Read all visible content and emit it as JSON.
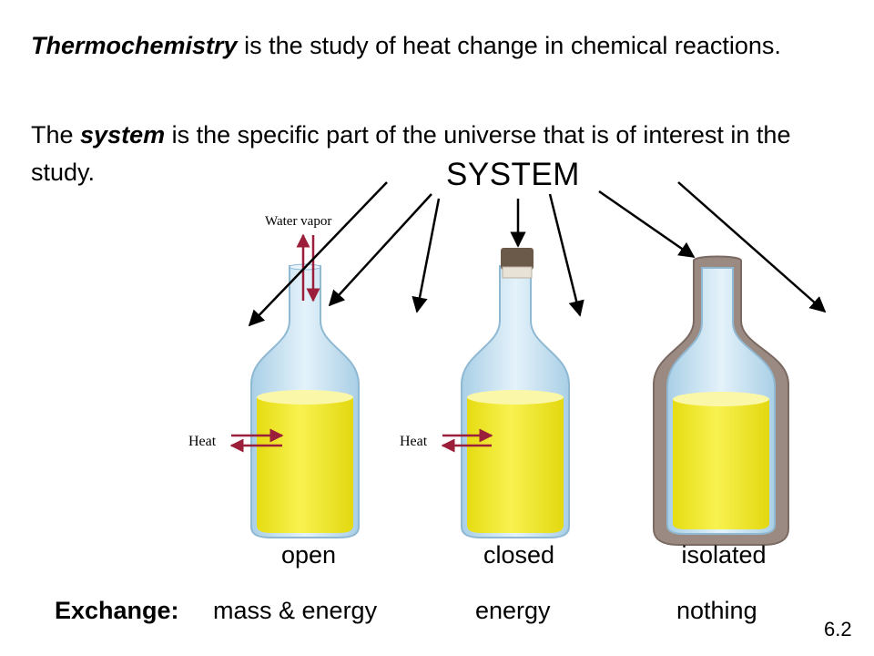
{
  "intro": {
    "term1": "Thermochemistry",
    "text1": " is the study of heat change in chemical reactions.",
    "text2_a": "The ",
    "term2": "system",
    "text2_b": " is the specific part of the universe that is of interest in the study."
  },
  "system_label": "SYSTEM",
  "flasks": {
    "open": {
      "label": "open",
      "exchange": "mass & energy",
      "annotations": {
        "vapor": "Water vapor",
        "heat": "Heat"
      }
    },
    "closed": {
      "label": "closed",
      "exchange": "energy",
      "annotations": {
        "heat": "Heat"
      }
    },
    "isolated": {
      "label": "isolated",
      "exchange": "nothing"
    }
  },
  "exchange_label": "Exchange:",
  "slide_number": "6.2",
  "colors": {
    "liquid": "#f2ec2a",
    "liquid_top": "#fbf7a8",
    "glass": "#cfe6f4",
    "arrow_red": "#9b1f3a",
    "stopper": "#6b5a4a",
    "insulation": "#9b8a82"
  }
}
